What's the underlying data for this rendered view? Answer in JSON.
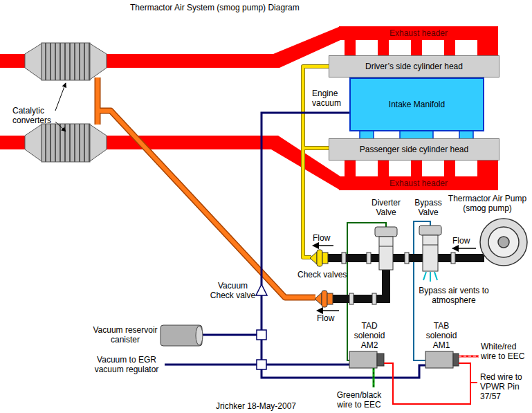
{
  "diagram": {
    "title": "Thermactor Air System (smog pump) Diagram",
    "nodes": [
      {
        "text": [
          "Exhaust header"
        ]
      },
      {
        "text": [
          "Driver’s side cylinder head"
        ]
      },
      {
        "text": [
          "Intake Manifold"
        ]
      },
      {
        "text": [
          "Passenger side cylinder head"
        ]
      },
      {
        "text": [
          "Exhaust header"
        ]
      }
    ],
    "labels": [
      "Catalytic converters",
      "Engine vacuum",
      "Diverter Valve",
      "Bypass Valve",
      "Thermactor Air Pump (smog pump)",
      "Flow",
      "Flow",
      "Check valves",
      "Flow",
      "Vacuum Check valve",
      "Bypass air vents to atmosphere",
      "Vacuum reservoir canister",
      "Vacuum to EGR vacuum regulator",
      "TAD solenoid AM2",
      "TAB solenoid AM1",
      "White/red wire to EEC",
      "Red wire to VPWR Pin 37/57",
      "Green/black wire to EEC",
      "Jrichker 18-May-2007"
    ]
  }
}
